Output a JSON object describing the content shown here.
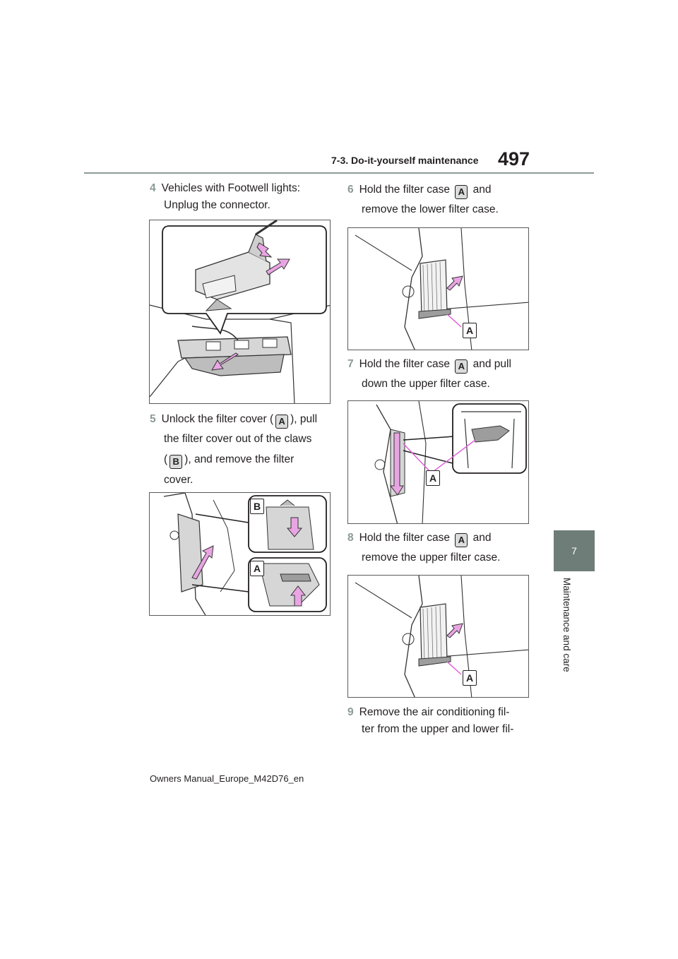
{
  "header": {
    "section": "7-3. Do-it-yourself maintenance",
    "page_number": "497"
  },
  "side_tab": {
    "chapter_number": "7",
    "chapter_title": "Maintenance and care"
  },
  "footer": {
    "doc_id": "Owners Manual_Europe_M42D76_en"
  },
  "steps": {
    "s4": {
      "num": "4",
      "line1": "Vehicles with Footwell lights:",
      "line2": "Unplug the connector."
    },
    "s5": {
      "num": "5",
      "line1a": "Unlock the filter cover (",
      "label_a": "A",
      "line1b": "), pull",
      "line2": "the filter cover out of the claws",
      "line3a": "(",
      "label_b": "B",
      "line3b": "), and remove the filter",
      "line4": "cover."
    },
    "s6": {
      "num": "6",
      "line1a": "Hold the filter case",
      "label_a": "A",
      "line1b": "and",
      "line2": "remove the lower filter case."
    },
    "s7": {
      "num": "7",
      "line1a": "Hold the filter case",
      "label_a": "A",
      "line1b": "and pull",
      "line2": "down the upper filter case."
    },
    "s8": {
      "num": "8",
      "line1a": "Hold the filter case",
      "label_a": "A",
      "line1b": "and",
      "line2": "remove the upper filter case."
    },
    "s9": {
      "num": "9",
      "line1": "Remove the air conditioning fil-",
      "line2": "ter from the upper and lower fil-"
    }
  },
  "figures": {
    "fig5": {
      "label_b": "B",
      "label_a": "A"
    },
    "fig6": {
      "label_a": "A"
    },
    "fig7": {
      "label_a": "A"
    },
    "fig8": {
      "label_a": "A"
    }
  },
  "colors": {
    "step_number": "#8c9a95",
    "side_tab": "#6e7d78",
    "arrow_pink": "#e9a5e3",
    "arrow_line": "#e060d8"
  }
}
